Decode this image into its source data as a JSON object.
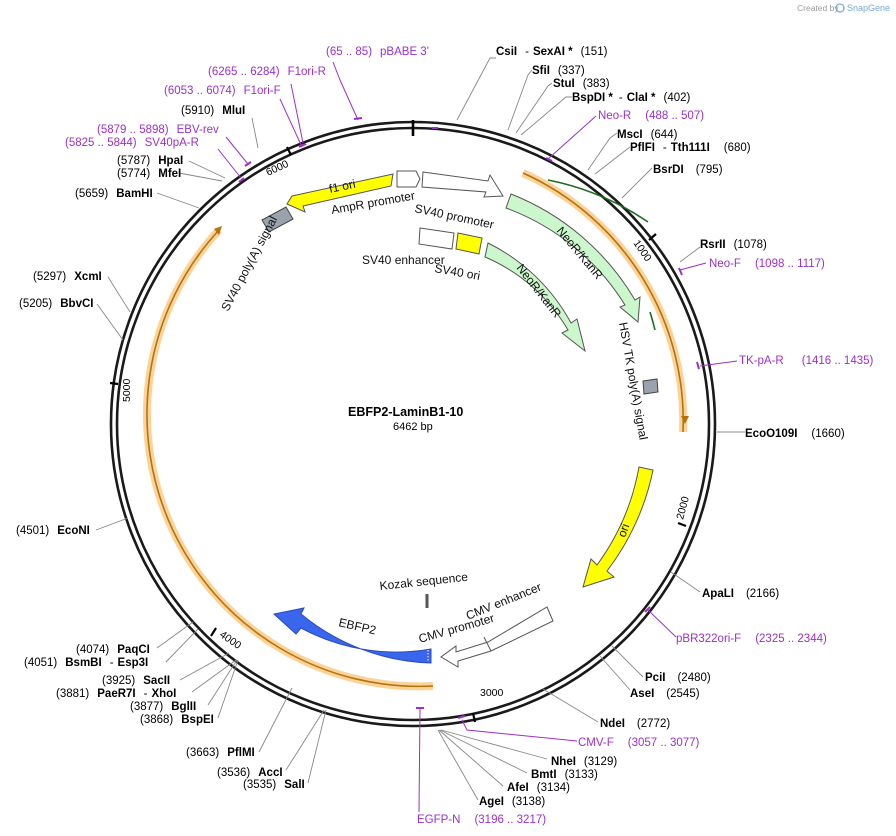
{
  "header": {
    "created_by": "Created by",
    "brand": "SnapGene"
  },
  "plasmid": {
    "name": "EBFP2-LaminB1-10",
    "size": "6462 bp"
  },
  "ticks": [
    "1000",
    "2000",
    "3000",
    "4000",
    "5000",
    "6000"
  ],
  "features": {
    "f1_ori": "f1 ori",
    "ampr_promoter": "AmpR promoter",
    "sv40_promoter": "SV40 promoter",
    "neor_kanr_1": "NeoR/KanR",
    "neor_kanr_2": "NeoR/KanR",
    "sv40_enhancer": "SV40 enhancer",
    "sv40_ori": "SV40 ori",
    "sv40_polya": "SV40 poly(A) signal",
    "hsv_tk_polya": "HSV TK poly(A) signal",
    "ori": "ori",
    "kozak": "Kozak sequence",
    "cmv_enhancer": "CMV enhancer",
    "cmv_promoter": "CMV promoter",
    "ebfp2": "EBFP2"
  },
  "enzymes": {
    "csii": {
      "name": "CsiI",
      "sep": "-",
      "name2": "SexAI *",
      "pos": "(151)"
    },
    "sfii": {
      "name": "SfiI",
      "pos": "(337)"
    },
    "stui": {
      "name": "StuI",
      "pos": "(383)"
    },
    "bspdi": {
      "name": "BspDI *",
      "sep": "-",
      "name2": "ClaI *",
      "pos": "(402)"
    },
    "msci": {
      "name": "MscI",
      "pos": "(644)"
    },
    "pflfi": {
      "name": "PflFI",
      "sep": "-",
      "name2": "Tth111I",
      "pos": "(680)"
    },
    "bsrdi": {
      "name": "BsrDI",
      "pos": "(795)"
    },
    "rsrii": {
      "name": "RsrII",
      "pos": "(1078)"
    },
    "ecoo109i": {
      "name": "EcoO109I",
      "pos": "(1660)"
    },
    "apali": {
      "name": "ApaLI",
      "pos": "(2166)"
    },
    "pcii": {
      "name": "PciI",
      "pos": "(2480)"
    },
    "asei": {
      "name": "AseI",
      "pos": "(2545)"
    },
    "ndei": {
      "name": "NdeI",
      "pos": "(2772)"
    },
    "nhei": {
      "name": "NheI",
      "pos": "(3129)"
    },
    "bmti": {
      "name": "BmtI",
      "pos": "(3133)"
    },
    "afei": {
      "name": "AfeI",
      "pos": "(3134)"
    },
    "agei": {
      "name": "AgeI",
      "pos": "(3138)"
    },
    "sali": {
      "name": "SalI",
      "pos": "(3535)"
    },
    "acci": {
      "name": "AccI",
      "pos": "(3536)"
    },
    "pflmi": {
      "name": "PflMI",
      "pos": "(3663)"
    },
    "bspei": {
      "name": "BspEI",
      "pos": "(3868)"
    },
    "bglii": {
      "name": "BglII",
      "pos": "(3877)"
    },
    "paer7i": {
      "name": "PaeR7I",
      "sep": "-",
      "name2": "XhoI",
      "pos": "(3881)"
    },
    "sacii": {
      "name": "SacII",
      "pos": "(3925)"
    },
    "bsmbi": {
      "name": "BsmBI",
      "sep": "-",
      "name2": "Esp3I",
      "pos": "(4051)"
    },
    "paqci": {
      "name": "PaqCI",
      "pos": "(4074)"
    },
    "econi": {
      "name": "EcoNI",
      "pos": "(4501)"
    },
    "bbvci": {
      "name": "BbvCI",
      "pos": "(5205)"
    },
    "xcmi": {
      "name": "XcmI",
      "pos": "(5297)"
    },
    "bamhi": {
      "name": "BamHI",
      "pos": "(5659)"
    },
    "mfei": {
      "name": "MfeI",
      "pos": "(5774)"
    },
    "hpai": {
      "name": "HpaI",
      "pos": "(5787)"
    },
    "mlui": {
      "name": "MluI",
      "pos": "(5910)"
    }
  },
  "primers": {
    "pbabe3": {
      "range": "(65 .. 85)",
      "name": "pBABE 3'"
    },
    "f1ori_r": {
      "range": "(6265 .. 6284)",
      "name": "F1ori-R"
    },
    "f1ori_f": {
      "range": "(6053 .. 6074)",
      "name": "F1ori-F"
    },
    "ebv_rev": {
      "range": "(5879 .. 5898)",
      "name": "EBV-rev"
    },
    "sv40pa_r": {
      "range": "(5825 .. 5844)",
      "name": "SV40pA-R"
    },
    "neo_r": {
      "name": "Neo-R",
      "range": "(488 .. 507)"
    },
    "neo_f": {
      "name": "Neo-F",
      "range": "(1098 .. 1117)"
    },
    "tk_pa_r": {
      "name": "TK-pA-R",
      "range": "(1416 .. 1435)"
    },
    "pbr322ori_f": {
      "name": "pBR322ori-F",
      "range": "(2325 .. 2344)"
    },
    "cmv_f": {
      "name": "CMV-F",
      "range": "(3057 .. 3077)"
    },
    "egfp_n": {
      "name": "EGFP-N",
      "range": "(3196 .. 3217)"
    }
  },
  "colors": {
    "backbone": "#1a1a1a",
    "cds_green": "#ccf7cc",
    "ori_yellow": "#ffff00",
    "ebfp2_blue": "#3a66ee",
    "polya_gray": "#9aa2ad",
    "orange_halo": "#fbd398",
    "orange_line": "#b5730c",
    "primer": "#9b30c8"
  }
}
